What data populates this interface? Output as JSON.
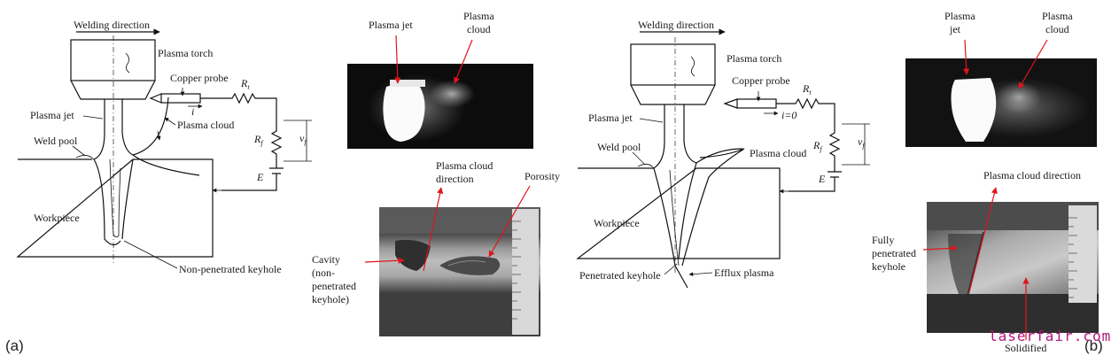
{
  "panel_a": {
    "welding_direction": "Welding direction",
    "plasma_torch": "Plasma torch",
    "copper_probe": "Copper probe",
    "r_t": "R",
    "r_t_sub": "t",
    "current": "i",
    "plasma_jet": "Plasma jet",
    "plasma_cloud": "Plasma cloud",
    "r_f": "R",
    "r_f_sub": "f",
    "v_f": "v",
    "v_f_sub": "f",
    "weld_pool": "Weld pool",
    "e": "E",
    "workpiece": "Workpiece",
    "keyhole": "Non-penetrated keyhole",
    "photo_plasma_jet": "Plasma jet",
    "photo_plasma_cloud_1": "Plasma",
    "photo_plasma_cloud_2": "cloud",
    "cloud_direction_1": "Plasma cloud",
    "cloud_direction_2": "direction",
    "porosity": "Porosity",
    "cavity_1": "Cavity",
    "cavity_2": "(non-",
    "cavity_3": "penetrated",
    "cavity_4": "keyhole)",
    "label": "(a)"
  },
  "panel_b": {
    "welding_direction": "Welding direction",
    "plasma_torch": "Plasma torch",
    "copper_probe": "Copper probe",
    "r_t": "R",
    "r_t_sub": "t",
    "current": "i=0",
    "plasma_jet": "Plasma jet",
    "r_f": "R",
    "r_f_sub": "f",
    "v_f": "v",
    "v_f_sub": "f",
    "weld_pool": "Weld pool",
    "plasma_cloud": "Plasma cloud",
    "e": "E",
    "workpiece": "Workpiece",
    "keyhole": "Penetrated keyhole",
    "efflux": "Efflux plasma",
    "photo_plasma_jet_1": "Plasma",
    "photo_plasma_jet_2": "jet",
    "photo_plasma_cloud_1": "Plasma",
    "photo_plasma_cloud_2": "cloud",
    "cloud_direction": "Plasma cloud direction",
    "fully_1": "Fully",
    "fully_2": "penetrated",
    "fully_3": "keyhole",
    "solidified": "Solidified",
    "label": "(b)"
  },
  "watermark": "laserfair.com",
  "colors": {
    "annotation_arrow": "#e0141b",
    "watermark": "#b0167a"
  }
}
